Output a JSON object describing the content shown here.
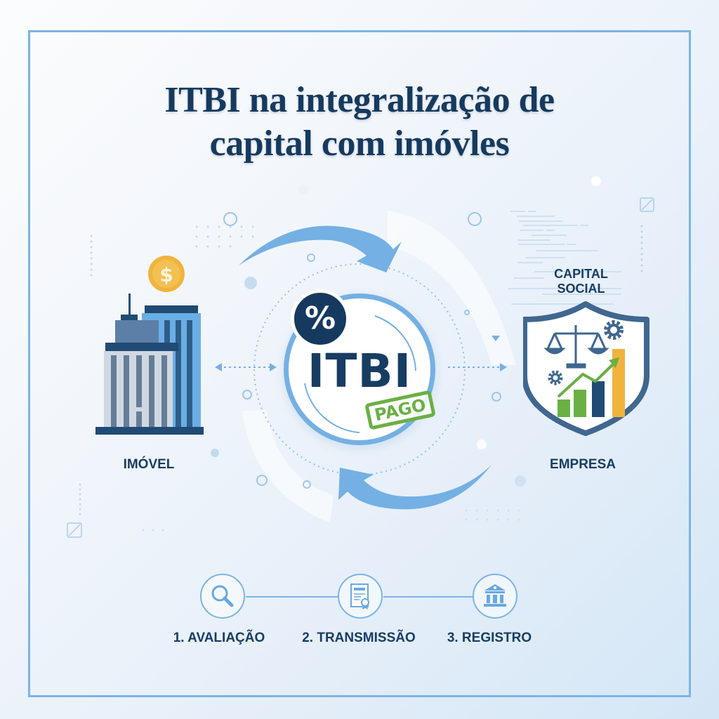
{
  "title": {
    "line1": "ITBI na integralização de",
    "line2": "capital com imóvles"
  },
  "left": {
    "label": "IMÓVEL",
    "icon": "building-icon",
    "coin_symbol": "$"
  },
  "center": {
    "badge_text": "ITBI",
    "percent_symbol": "%",
    "stamp_text": "PAGO"
  },
  "right": {
    "top_label_line1": "CAPITAL",
    "top_label_line2": "SOCIAL",
    "label": "EMPRESA",
    "icon": "shield-chart-icon"
  },
  "steps": [
    {
      "label": "1. AVALIAÇÃO",
      "icon": "magnifier-icon"
    },
    {
      "label": "2. TRANSMISSÃO",
      "icon": "certificate-icon"
    },
    {
      "label": "3. REGISTRO",
      "icon": "bank-icon"
    }
  ],
  "colors": {
    "navy": "#163a5f",
    "accent_blue": "#74b0e4",
    "green": "#6ab044",
    "gold": "#f0b43c"
  }
}
